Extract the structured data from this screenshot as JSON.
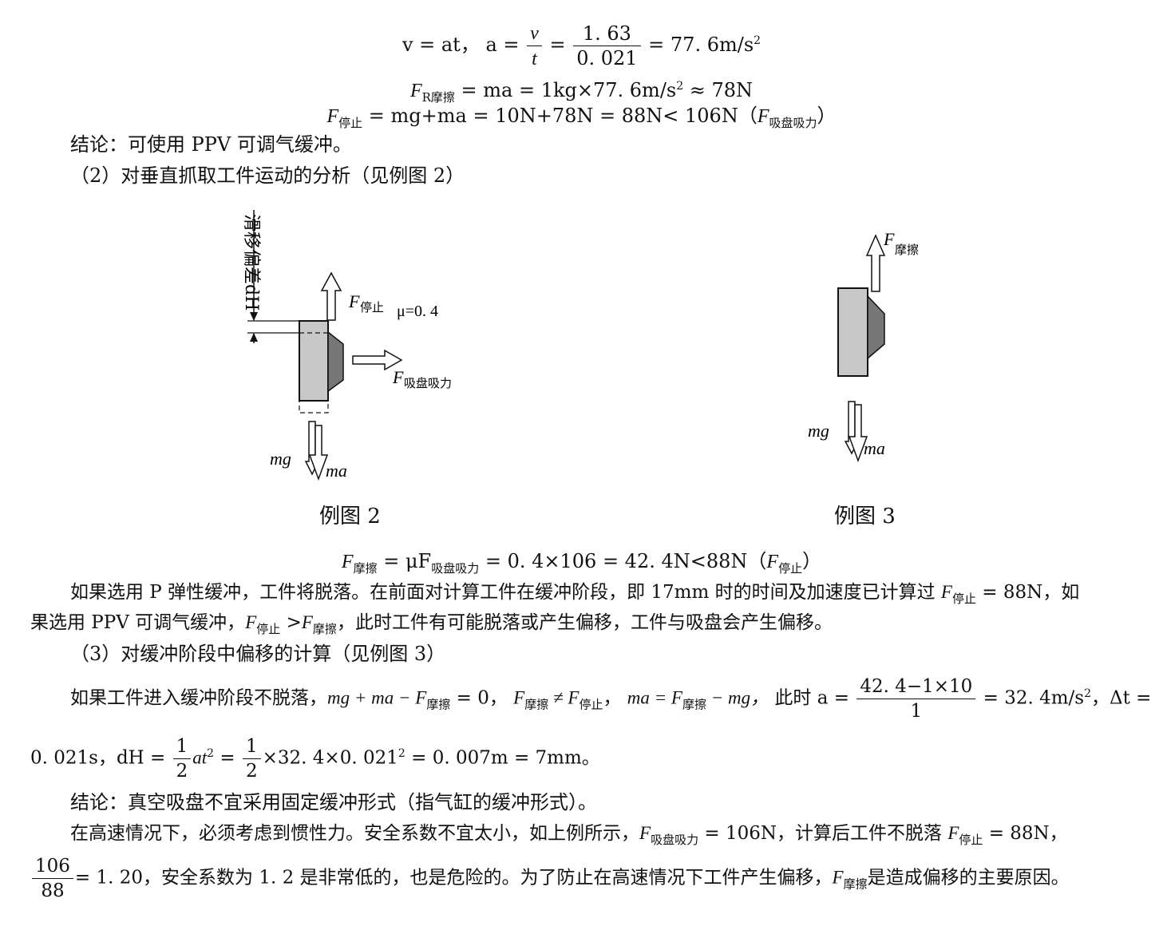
{
  "equations": {
    "eq1": {
      "left": "v = at， a =",
      "frac1_num": "v",
      "frac1_den": "t",
      "eq": "=",
      "frac2_num": "1. 63",
      "frac2_den": "0. 021",
      "result": "= 77. 6m/s",
      "exp": "2"
    },
    "eq2": {
      "var": "F",
      "sub": "R摩擦",
      "rest": " = ma = 1kg×77. 6m/s",
      "exp": "2",
      "tail": " ≈ 78N"
    },
    "eq3": {
      "var": "F",
      "sub": "停止",
      "rest": " = mg+ma = 10N+78N = 88N< 106N（",
      "var2": "F",
      "sub2": "吸盘吸力",
      "close": "）"
    }
  },
  "para1": "结论：可使用 PPV 可调气缓冲。",
  "para2": "（2）对垂直抓取工件运动的分析（见例图 2）",
  "diagram2": {
    "caption": "例图 2",
    "slip_label": "滑移偏差dH",
    "f_stop": "F",
    "f_stop_sub": "停止",
    "mu": "μ=0. 4",
    "f_suction": "F",
    "f_suction_sub": "吸盘吸力",
    "mg": "mg",
    "ma": "ma"
  },
  "diagram3": {
    "caption": "例图 3",
    "f_friction": "F",
    "f_friction_sub": "摩擦",
    "mg": "mg",
    "ma": "ma"
  },
  "eq4": {
    "var": "F",
    "sub": "摩擦",
    "rest1": " = μF",
    "sub2": "吸盘吸力",
    "rest2": " = 0. 4×106  =  42. 4N<88N（",
    "var3": "F",
    "sub3": "停止",
    "close": "）"
  },
  "para3a": "如果选用 P 弹性缓冲，工件将脱落。在前面对计算工件在缓冲阶段，即 17mm 时的时间及加速度已计算过 ",
  "para3a_var": "F",
  "para3a_sub": "停止",
  "para3a_tail": " = 88N，如",
  "para3b": "果选用 PPV 可调气缓冲，",
  "para3b_v1": "F",
  "para3b_s1": "停止",
  "para3b_gt": " >",
  "para3b_v2": "F",
  "para3b_s2": "摩擦",
  "para3b_tail": "，此时工件有可能脱落或产生偏移，工件与吸盘会产生偏移。",
  "para4": "（3）对缓冲阶段中偏移的计算（见例图 3）",
  "para5": {
    "lead": "如果工件进入缓冲阶段不脱落，",
    "e1": "mg + ma − F",
    "e1_sub": "摩擦",
    "e1_tail": " = 0，",
    "e2": "F",
    "e2_sub": "摩擦",
    "e2_mid": " ≠ F",
    "e2_sub2": "停止",
    "e2_tail": "，",
    "e3": "ma = F",
    "e3_sub": "摩擦",
    "e3_tail": " − mg，",
    "e4": "此时 a =",
    "frac_num": "42. 4−1×10",
    "frac_den": "1",
    "result": "= 32. 4m/s",
    "exp": "2",
    "dt": "，Δt ="
  },
  "para6": {
    "lead": "0. 021s，dH =",
    "f1_num": "1",
    "f1_den": "2",
    "mid": "at",
    "exp1": "2",
    "eq": " =",
    "f2_num": "1",
    "f2_den": "2",
    "tail": "×32. 4×0. 021",
    "exp2": "2",
    "end": " = 0. 007m = 7mm。"
  },
  "para7": "结论：真空吸盘不宜采用固定缓冲形式（指气缸的缓冲形式）。",
  "para8": {
    "lead": "在高速情况下，必须考虑到惯性力。安全系数不宜太小，如上例所示，",
    "v1": "F",
    "s1": "吸盘吸力",
    "mid": " = 106N，计算后工件不脱落 ",
    "v2": "F",
    "s2": "停止",
    "tail": " = 88N，"
  },
  "para9": {
    "frac_num": "106",
    "frac_den": "88",
    "lead": "= 1. 20，安全系数为 1. 2 是非常低的，也是危险的。为了防止在高速情况下工件产生偏移，",
    "v1": "F",
    "s1": "摩擦",
    "tail": "是造成偏移的主要原因。"
  }
}
